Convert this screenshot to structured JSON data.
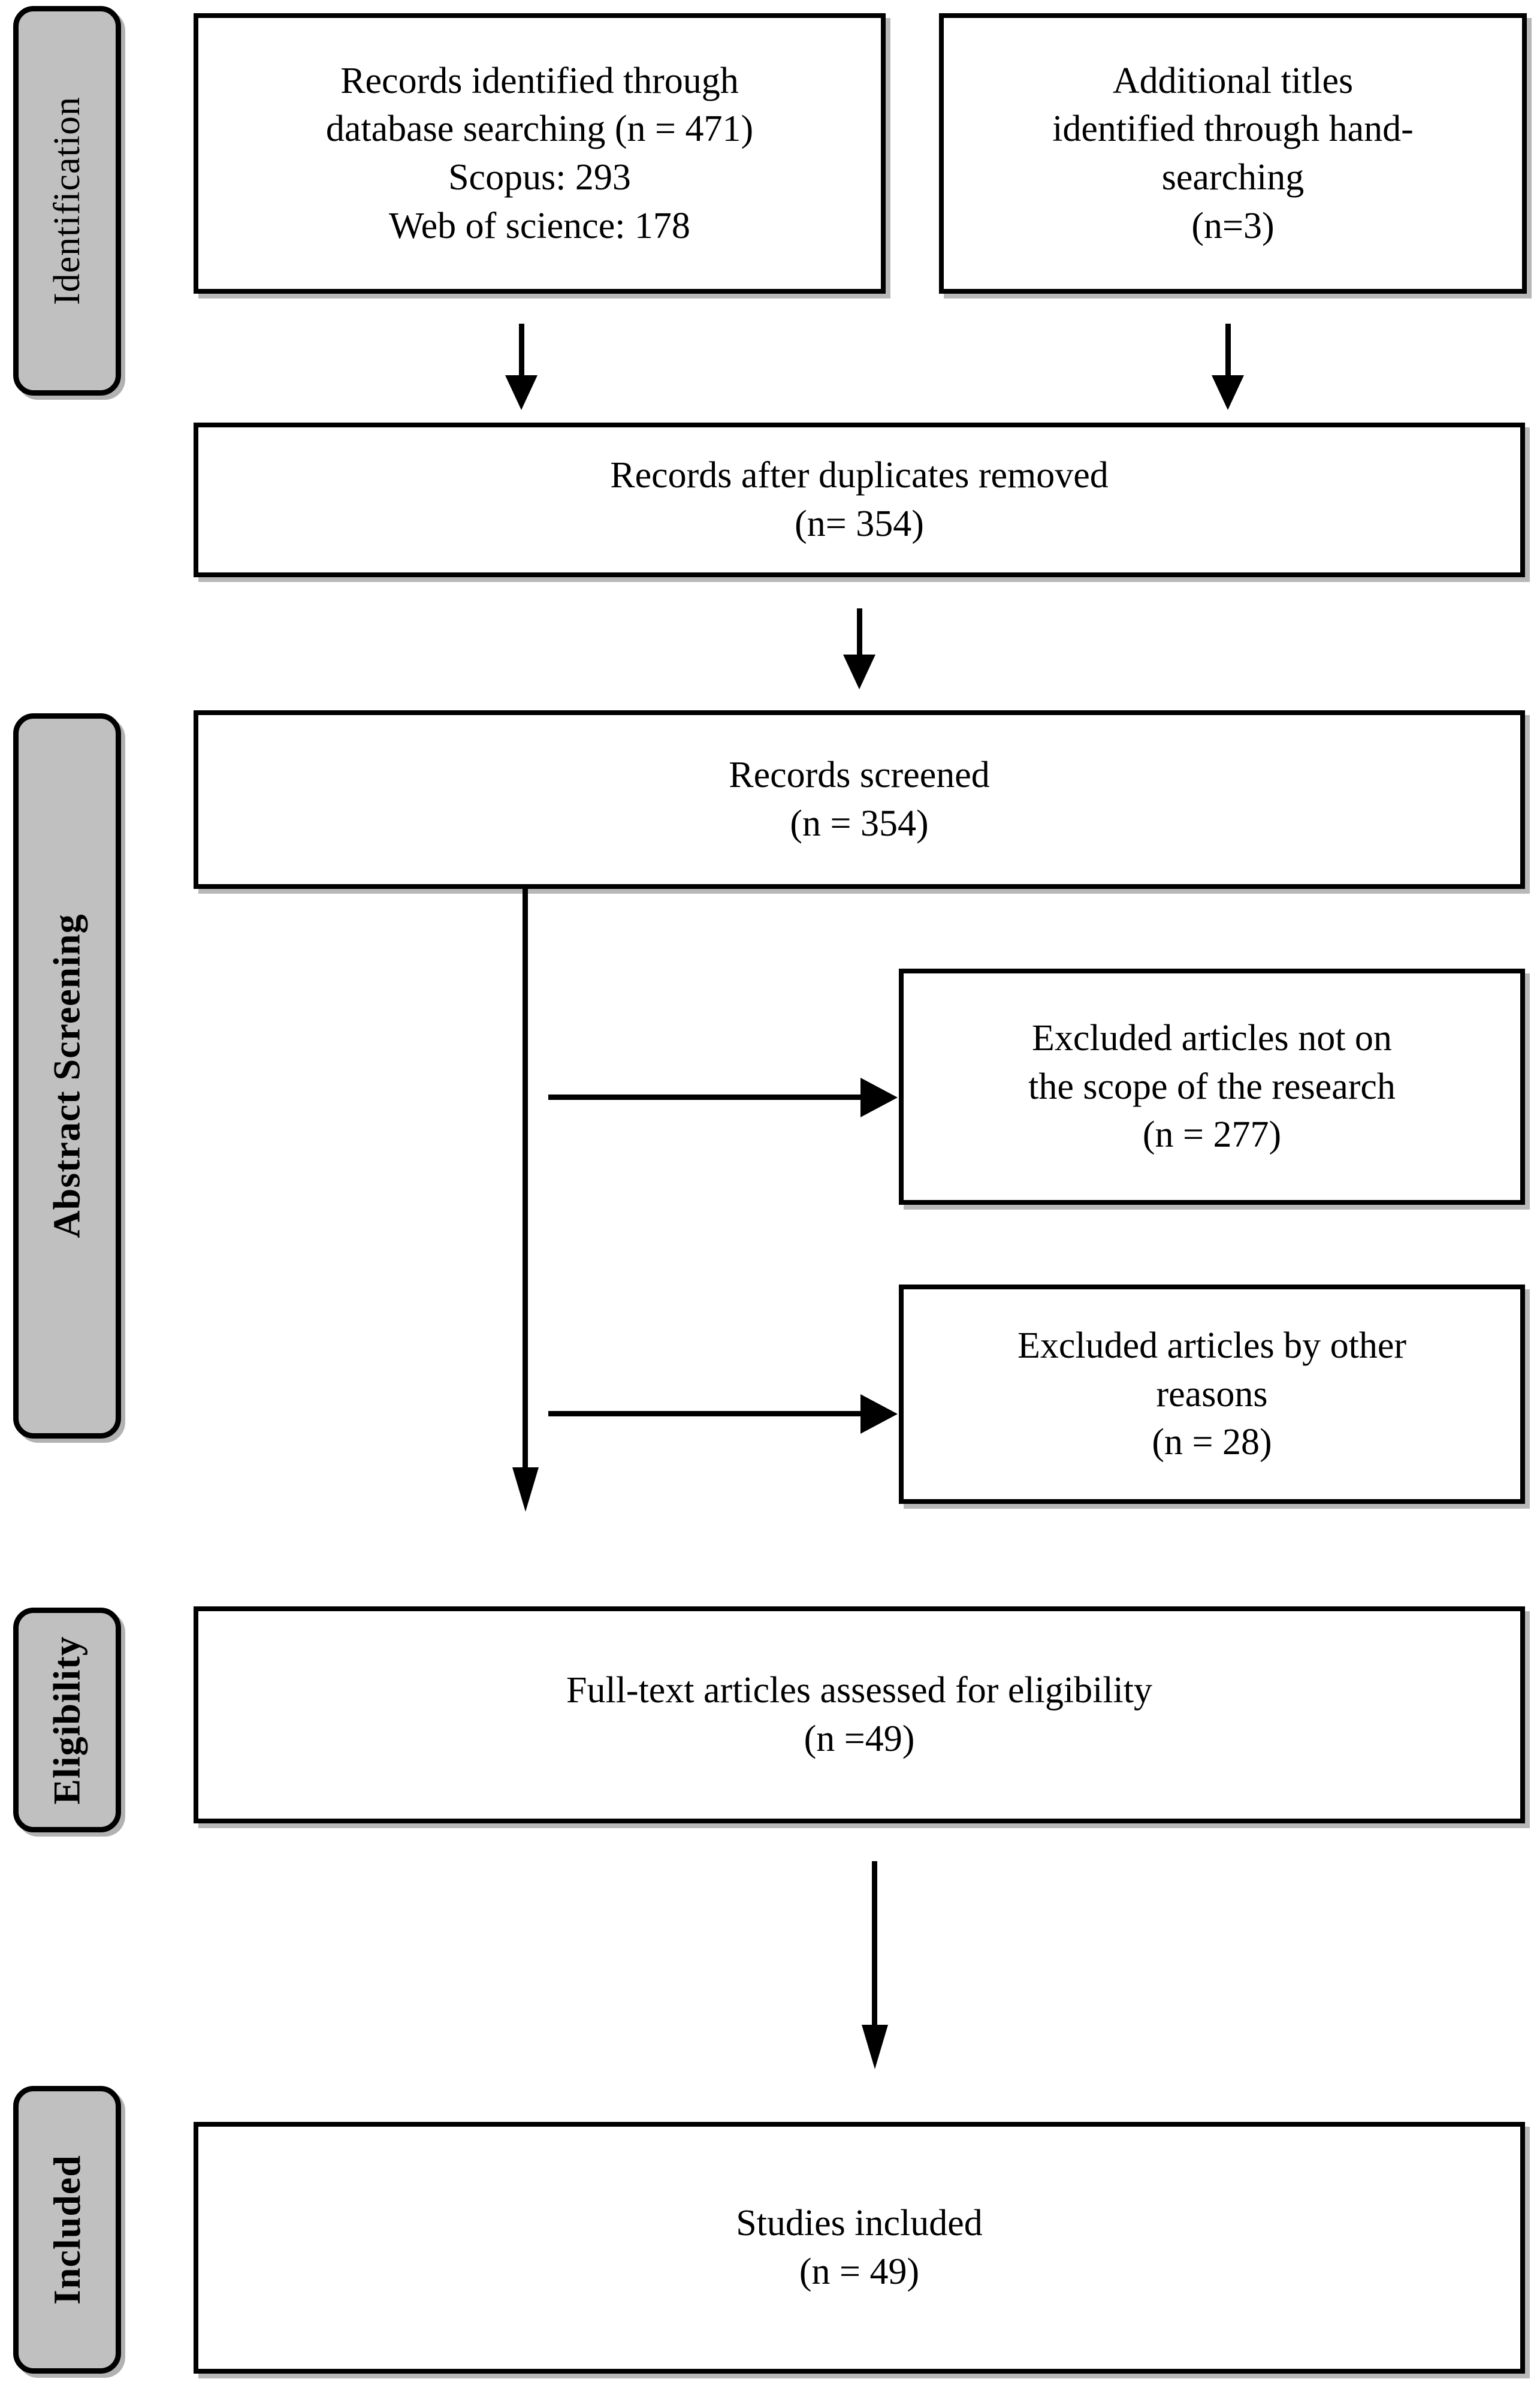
{
  "diagram": {
    "title": "PRISMA flow diagram",
    "type": "prisma-flow",
    "colors": {
      "stage_pill_fill": "#c0c0c0",
      "box_fill": "#ffffff",
      "stroke": "#000000"
    }
  },
  "stages": [
    {
      "id": "identification",
      "label": "Identification",
      "bold": false
    },
    {
      "id": "abstract-screening",
      "label": "Abstract Screening",
      "bold": true
    },
    {
      "id": "eligibility",
      "label": "Eligibility",
      "bold": false
    },
    {
      "id": "included",
      "label": "Included",
      "bold": false
    }
  ],
  "boxes": {
    "database_records": {
      "id": "records-identified-database",
      "lines": [
        "Records identified through",
        "database searching (n = 471)",
        "Scopus: 293",
        "Web of science: 178"
      ],
      "text": "Records identified through\ndatabase searching (n = 471)\nScopus: 293\nWeb of science: 178",
      "n": 471,
      "sources": [
        {
          "name": "Scopus",
          "count": 293
        },
        {
          "name": "Web of science",
          "count": 178
        }
      ]
    },
    "hand_search": {
      "id": "additional-titles-hand-searching",
      "lines": [
        "Additional titles",
        "identified through hand-",
        "searching",
        "(n=3)"
      ],
      "text": "Additional titles\nidentified through hand-\nsearching\n(n=3)",
      "n": 3
    },
    "duplicates_removed": {
      "id": "records-after-duplicates-removed",
      "lines": [
        "Records after duplicates removed",
        "(n= 354)"
      ],
      "text": "Records after duplicates removed\n(n= 354)",
      "n": 354
    },
    "records_screened": {
      "id": "records-screened",
      "lines": [
        "Records screened",
        "(n = 354)"
      ],
      "text": "Records screened\n(n = 354)",
      "n": 354
    },
    "excluded_scope": {
      "id": "excluded-not-on-scope",
      "lines": [
        "Excluded articles not on",
        "the scope of the research",
        "(n = 277)"
      ],
      "text": "Excluded articles not on\nthe scope of the research\n(n = 277)",
      "n": 277
    },
    "excluded_other": {
      "id": "excluded-other-reasons",
      "lines": [
        "Excluded articles by other",
        "reasons",
        "(n = 28)"
      ],
      "text": "Excluded articles by other\nreasons\n(n = 28)",
      "n": 28
    },
    "full_text_assessed": {
      "id": "full-text-assessed-eligibility",
      "lines": [
        "Full-text articles assessed for eligibility",
        "(n =49)"
      ],
      "text": "Full-text articles assessed for eligibility\n(n =49)",
      "n": 49
    },
    "studies_included": {
      "id": "studies-included",
      "lines": [
        "Studies included",
        "(n = 49)"
      ],
      "text": "Studies included\n(n = 49)",
      "n": 49
    }
  },
  "connectors": [
    {
      "id": "database-to-duplicates",
      "kind": "arrow-down"
    },
    {
      "id": "handsearch-to-duplicates",
      "kind": "arrow-down"
    },
    {
      "id": "duplicates-to-screened",
      "kind": "arrow-down"
    },
    {
      "id": "screened-to-fulltext",
      "kind": "arrow-down"
    },
    {
      "id": "screened-to-excluded-scope",
      "kind": "arrow-right"
    },
    {
      "id": "screened-to-excluded-other",
      "kind": "arrow-right"
    },
    {
      "id": "fulltext-to-included",
      "kind": "arrow-down"
    }
  ]
}
